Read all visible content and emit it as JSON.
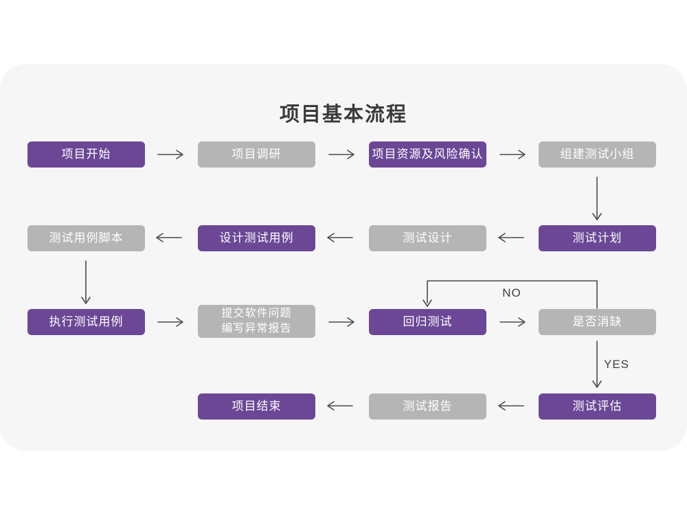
{
  "title": "项目基本流程",
  "colors": {
    "purple": "#6B4796",
    "gray": "#B5B5B5",
    "card_bg": "#F6F6F6",
    "page_bg": "#FFFFFF",
    "arrow": "#4A4A4A",
    "title_color": "#3A3A3A",
    "node_text": "#FFFFFF",
    "label_text": "#3F3F3F"
  },
  "nodes": [
    {
      "id": "project-start",
      "label": "项目开始",
      "type": "purple"
    },
    {
      "id": "project-research",
      "label": "项目调研",
      "type": "gray"
    },
    {
      "id": "resources-risk-confirm",
      "label": "项目资源及风险确认",
      "type": "purple"
    },
    {
      "id": "build-test-team",
      "label": "组建测试小组",
      "type": "gray"
    },
    {
      "id": "test-plan",
      "label": "测试计划",
      "type": "purple"
    },
    {
      "id": "test-design",
      "label": "测试设计",
      "type": "gray"
    },
    {
      "id": "design-test-cases",
      "label": "设计测试用例",
      "type": "purple"
    },
    {
      "id": "test-case-scripts",
      "label": "测试用例脚本",
      "type": "gray"
    },
    {
      "id": "execute-test-cases",
      "label": "执行测试用例",
      "type": "purple"
    },
    {
      "id": "submit-issues",
      "label": "提交软件问题\n编写异常报告",
      "type": "gray"
    },
    {
      "id": "regression-test",
      "label": "回归测试",
      "type": "purple"
    },
    {
      "id": "defects-cleared",
      "label": "是否消缺",
      "type": "gray"
    },
    {
      "id": "test-evaluation",
      "label": "测试评估",
      "type": "purple"
    },
    {
      "id": "test-report",
      "label": "测试报告",
      "type": "gray"
    },
    {
      "id": "project-end",
      "label": "项目结束",
      "type": "purple"
    }
  ],
  "edge_labels": {
    "no": "NO",
    "yes": "YES"
  },
  "edges": [
    {
      "from": "project-start",
      "to": "project-research"
    },
    {
      "from": "project-research",
      "to": "resources-risk-confirm"
    },
    {
      "from": "resources-risk-confirm",
      "to": "build-test-team"
    },
    {
      "from": "build-test-team",
      "to": "test-plan"
    },
    {
      "from": "test-plan",
      "to": "test-design"
    },
    {
      "from": "test-design",
      "to": "design-test-cases"
    },
    {
      "from": "design-test-cases",
      "to": "test-case-scripts"
    },
    {
      "from": "test-case-scripts",
      "to": "execute-test-cases"
    },
    {
      "from": "execute-test-cases",
      "to": "submit-issues"
    },
    {
      "from": "submit-issues",
      "to": "regression-test"
    },
    {
      "from": "regression-test",
      "to": "defects-cleared"
    },
    {
      "from": "defects-cleared",
      "to": "regression-test",
      "label": "NO"
    },
    {
      "from": "defects-cleared",
      "to": "test-evaluation",
      "label": "YES"
    },
    {
      "from": "test-evaluation",
      "to": "test-report"
    },
    {
      "from": "test-report",
      "to": "project-end"
    }
  ]
}
